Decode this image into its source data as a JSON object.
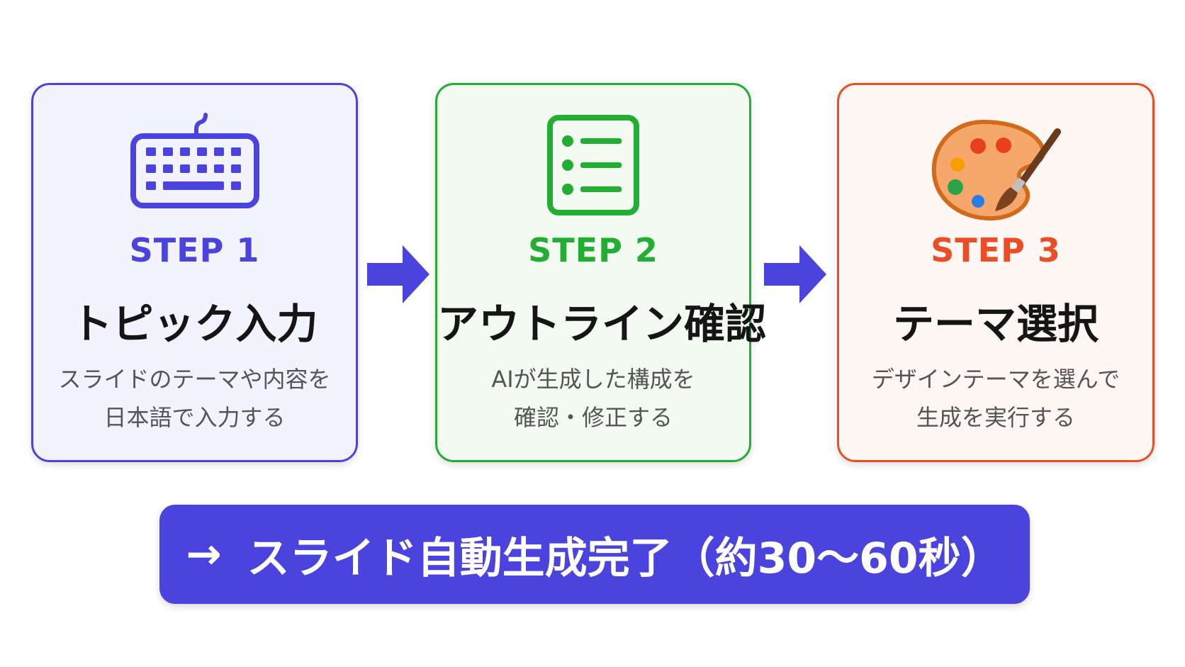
{
  "steps": [
    {
      "label": "STEP 1",
      "title": "トピック入力",
      "desc_lines": [
        "スライドのテーマや内容を",
        "日本語で入力する"
      ],
      "icon": "keyboard-icon",
      "color": "#4a43dd"
    },
    {
      "label": "STEP 2",
      "title": "アウトライン確認",
      "desc_lines": [
        "AIが生成した構成を",
        "確認・修正する"
      ],
      "icon": "list-document-icon",
      "color": "#22ad33"
    },
    {
      "label": "STEP 3",
      "title": "テーマ選択",
      "desc_lines": [
        "デザインテーマを選んで",
        "生成を実行する"
      ],
      "icon": "palette-icon",
      "color": "#eb4e24"
    }
  ],
  "banner": {
    "arrow": "→",
    "text": "スライド自動生成完了（約30〜60秒）",
    "color": "#4a43dd"
  }
}
